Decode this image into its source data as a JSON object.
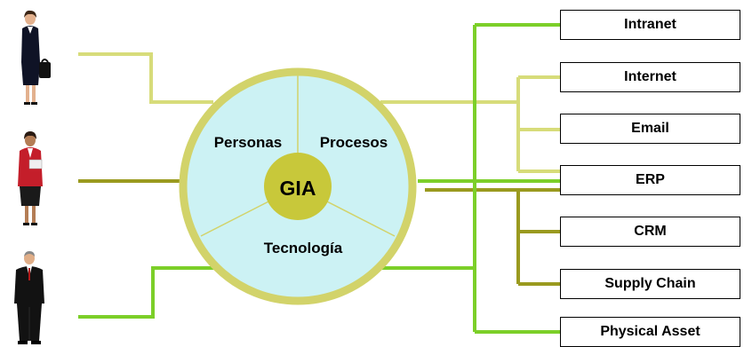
{
  "hub": {
    "center_label": "GIA",
    "segments": [
      "Personas",
      "Procesos",
      "Tecnología"
    ]
  },
  "people": [
    {
      "name": "businesswoman-with-briefcase"
    },
    {
      "name": "businesswoman-red-jacket"
    },
    {
      "name": "businessman-suit"
    }
  ],
  "systems": [
    "Intranet",
    "Internet",
    "Email",
    "ERP",
    "CRM",
    "Supply Chain",
    "Physical Asset"
  ],
  "colors": {
    "light_olive": "#d7dc7a",
    "dark_olive": "#9a9a1f",
    "green": "#7ccf29",
    "hub_fill": "#ccf2f4",
    "hub_ring": "#d2d36a",
    "center_fill": "#c8c83a"
  }
}
